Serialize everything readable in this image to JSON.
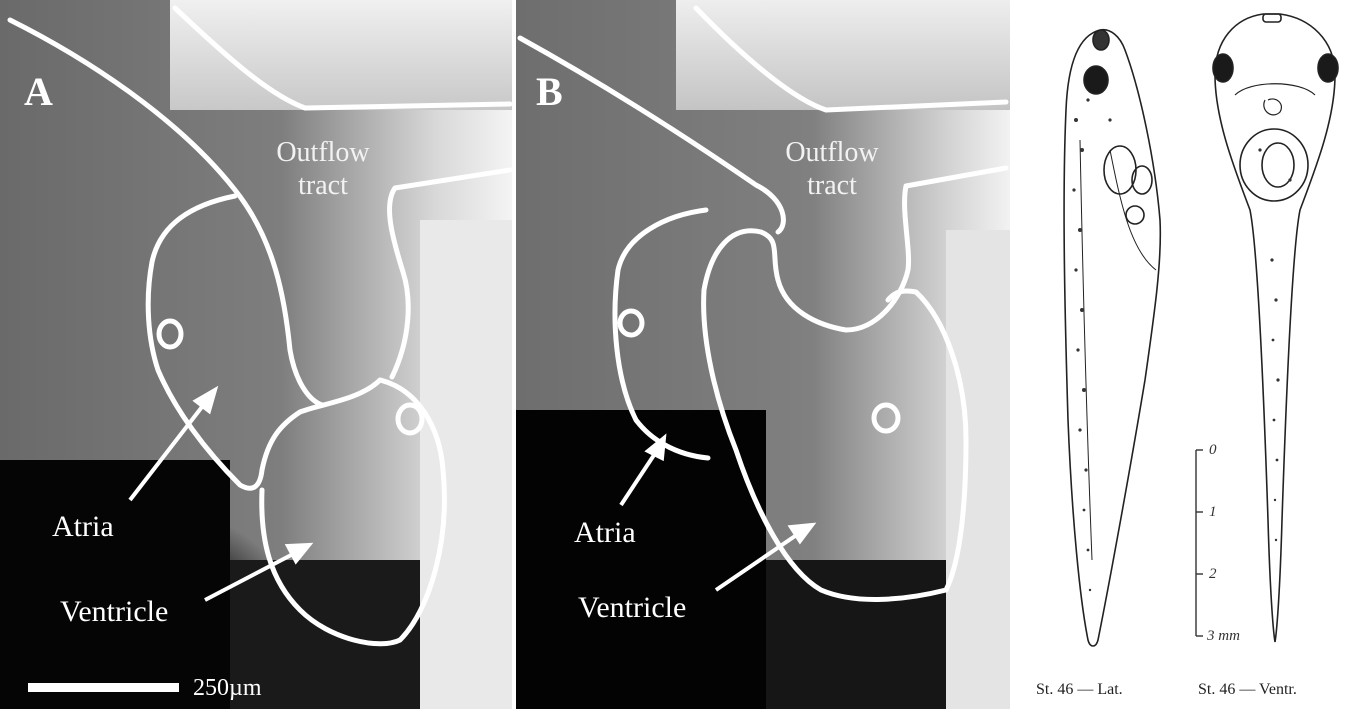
{
  "panel_a": {
    "letter": "A",
    "outflow_line1": "Outflow",
    "outflow_line2": "tract",
    "atria": "Atria",
    "ventricle": "Ventricle",
    "scale_bar": "250µm"
  },
  "panel_b": {
    "letter": "B",
    "outflow_line1": "Outflow",
    "outflow_line2": "tract",
    "atria": "Atria",
    "ventricle": "Ventricle"
  },
  "drawing": {
    "scale_ticks": [
      "0",
      "1",
      "2",
      "3 mm"
    ],
    "caption_lateral": "St. 46 — Lat.",
    "caption_ventral": "St. 46 — Ventr."
  }
}
